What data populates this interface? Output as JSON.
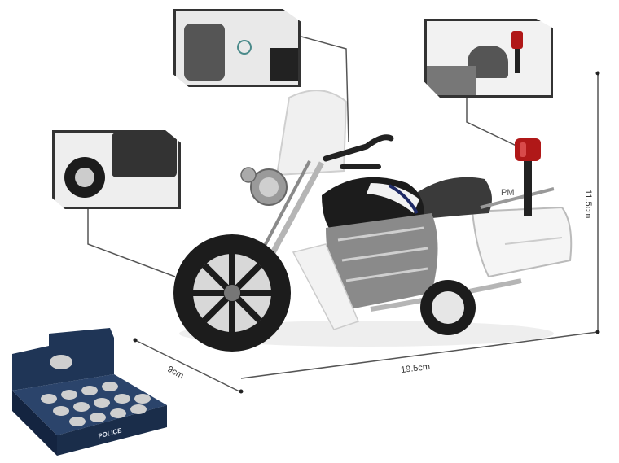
{
  "product": {
    "description": "Toy police motorcycle with sidecar wheel, red beacon light and white saddlebags",
    "side_text": "PM"
  },
  "dimensions": {
    "length": "19.5cm",
    "width": "9cm",
    "height": "11.5cm"
  },
  "callouts": [
    {
      "name": "headlight-windshield-detail",
      "description": "Close-up of front windshield area with sound/light indicator"
    },
    {
      "name": "front-wheel-detail",
      "description": "Close-up of front wheel and engine"
    },
    {
      "name": "beacon-light-detail",
      "description": "Close-up of red beacon light behind seat"
    }
  ],
  "display_box": {
    "label": "POLICE",
    "color": "#1f3556"
  },
  "colors": {
    "beacon_red": "#b01818",
    "body_black": "#1c1c1c",
    "body_white": "#f2f2f2",
    "chrome": "#a8a8a8",
    "stripe_blue": "#1e2a66",
    "box_navy": "#1f3556"
  }
}
